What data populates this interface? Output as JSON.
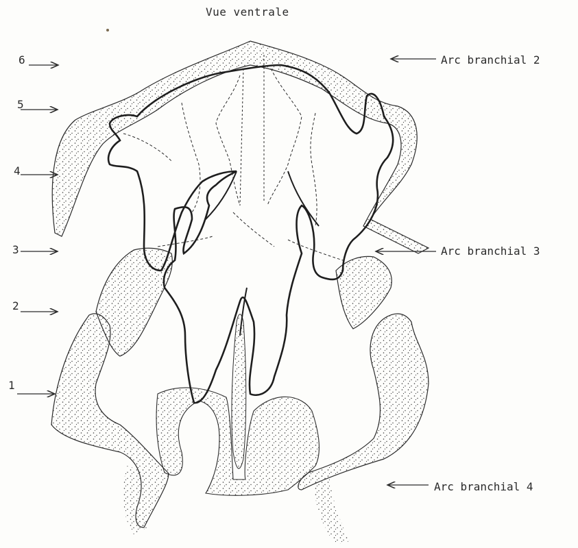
{
  "diagram": {
    "title": "Vue ventrale",
    "left_markers": [
      "6",
      "5",
      "4",
      "3",
      "2",
      "1"
    ],
    "right_labels": {
      "arc2": "Arc branchial 2",
      "arc3": "Arc branchial 3",
      "arc4": "Arc branchial 4"
    }
  },
  "colors": {
    "ink": "#2a2a2a",
    "stipple": "#3a3a3a",
    "paper": "#fdfdfb"
  }
}
